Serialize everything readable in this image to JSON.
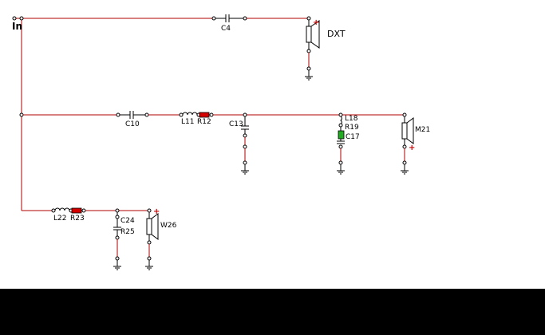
{
  "schematic": {
    "input_label": "In",
    "labels": {
      "c4": "C4",
      "dxt": "DXT",
      "c10": "C10",
      "l11": "L11",
      "r12": "R12",
      "c13": "C13",
      "l18": "L18",
      "r19": "R19",
      "c17": "C17",
      "m21": "M21",
      "l22": "L22",
      "r23": "R23",
      "c24": "C24",
      "r25": "R25",
      "w26": "W26"
    },
    "polarity_mark": "+",
    "colors": {
      "wire": "#b00000",
      "resistor_fill": "#d40000",
      "capacitor_green": "#22aa22",
      "background": "#ffffff",
      "bottom_bar": "#000000"
    }
  }
}
